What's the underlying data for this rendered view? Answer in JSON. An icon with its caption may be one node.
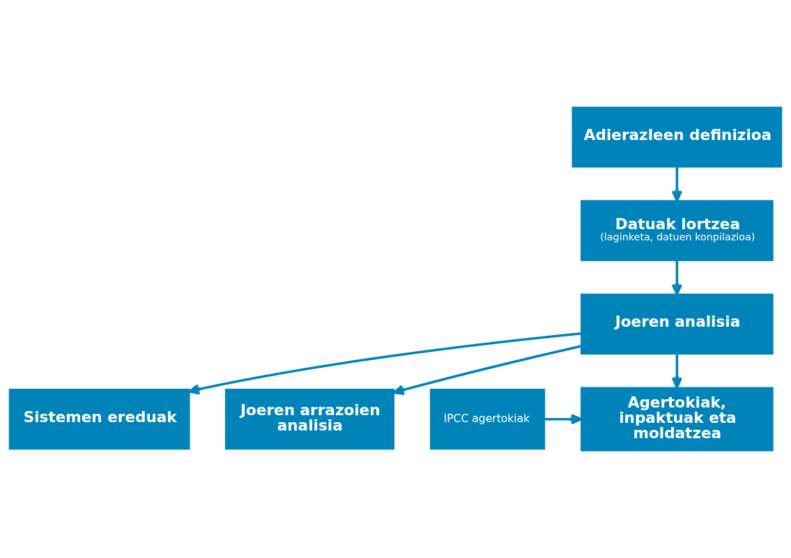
{
  "diagram": {
    "nodes": [
      {
        "text": [
          "Adierazleen definizioa"
        ]
      },
      {
        "text": [
          "Datuak lortzea",
          "(laginketa, datuen konpilazioa)"
        ]
      },
      {
        "text": [
          "Joeren analisia"
        ]
      },
      {
        "text": [
          "Sistemen ereduak"
        ]
      },
      {
        "text": [
          "Joeren arrazoien analisia"
        ]
      },
      {
        "text": [
          "Agertokiak, inpaktuak eta moldatzea"
        ]
      },
      {
        "text": [
          "IPCC agertokiak"
        ]
      }
    ],
    "edges": [
      {
        "from": 0,
        "to": 1,
        "arrow": "to"
      },
      {
        "from": 1,
        "to": 2,
        "arrow": "to"
      },
      {
        "from": 2,
        "to": 3,
        "arrow": "to"
      },
      {
        "from": 2,
        "to": 4,
        "arrow": "to"
      },
      {
        "from": 2,
        "to": 5,
        "arrow": "to"
      },
      {
        "from": 6,
        "to": 5,
        "arrow": "to"
      }
    ]
  }
}
